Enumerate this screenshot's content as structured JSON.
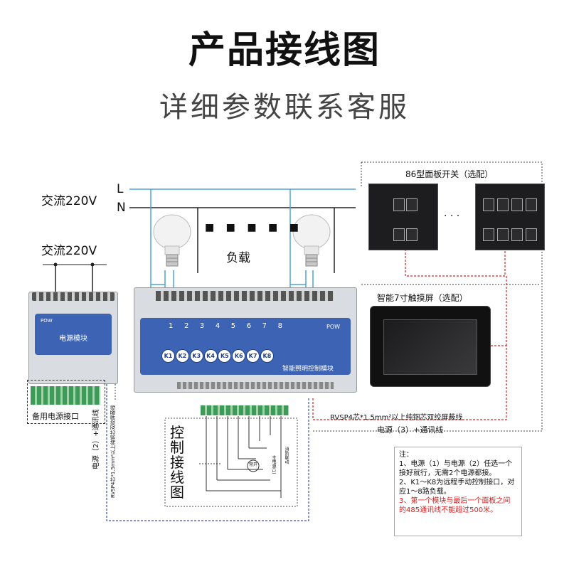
{
  "header": {
    "title": "产品接线图",
    "subtitle": "详细参数联系客服"
  },
  "power": {
    "ac_label_1": "交流220V",
    "ac_label_2": "交流220V",
    "line_L": "L",
    "line_N": "N",
    "load_label": "负载",
    "load_dots": "■ ■ ■ ■ ■"
  },
  "power_module": {
    "pow": "POW",
    "name": "电源模块",
    "backup_label": "备用电源接口"
  },
  "control_module": {
    "leds": [
      "1",
      "2",
      "3",
      "4",
      "5",
      "6",
      "7",
      "8"
    ],
    "pow": "POW",
    "keys": [
      "K1",
      "K2",
      "K3",
      "K4",
      "K5",
      "K6",
      "K7",
      "K8"
    ],
    "name": "智能照明控制模块"
  },
  "panel_section": {
    "title": "86型面板开关（选配）",
    "ellipsis": "· · ·"
  },
  "touch_section": {
    "title": "智能7寸触摸屏（选配）"
  },
  "cables": {
    "rvsp_top": "RVSP4芯*1.5mm²以上纯铜芯双绞屏蔽线",
    "power3": "电源（3）+通讯线",
    "power2": "电源（2）+通讯线",
    "rvsp_side": "RVSP4芯*1.5mm²以上纯铜芯双绞屏蔽线"
  },
  "control_wiring": {
    "label_chars": [
      "控",
      "制",
      "接",
      "线",
      "图"
    ],
    "fire_link": "消防联动",
    "main_power": "主电源(1)",
    "switch": "常开"
  },
  "notes": {
    "title": "注：",
    "line1": "1、电源（1）与电源（2）任选一个接好就行，无需2个电源都接。",
    "line2": "2、K1～K8为远程手动控制接口，对应1～8路负载。",
    "line3": "3、第一个模块与最后一个面板之间的485通讯线不能超过500米。"
  }
}
